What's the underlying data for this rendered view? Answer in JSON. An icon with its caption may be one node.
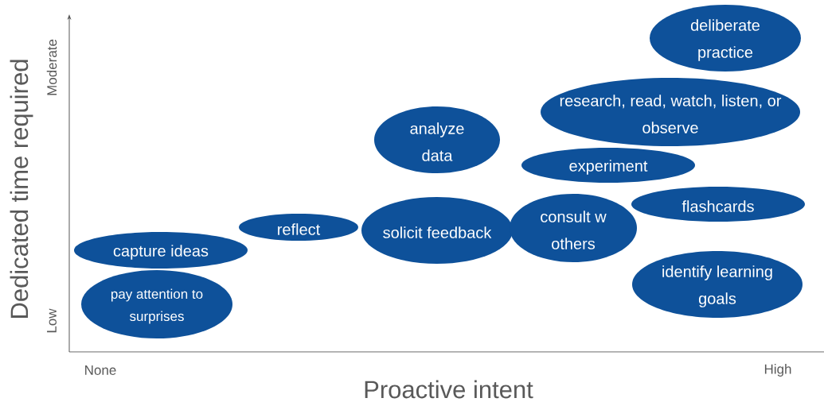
{
  "diagram": {
    "nodes": [
      {
        "text": [
          "deliberate practice"
        ]
      },
      {
        "text": [
          "research, read, watch, listen, or observe"
        ]
      },
      {
        "text": [
          "analyze data"
        ]
      },
      {
        "text": [
          "experiment"
        ]
      },
      {
        "text": [
          "flashcards"
        ]
      },
      {
        "text": [
          "reflect"
        ]
      },
      {
        "text": [
          "solicit feedback"
        ]
      },
      {
        "text": [
          "consult w others"
        ]
      },
      {
        "text": [
          "capture ideas"
        ]
      },
      {
        "text": [
          "identify learning goals"
        ]
      },
      {
        "text": [
          "pay attention to surprises"
        ]
      }
    ],
    "labels": [
      "Moderate",
      "Dedicated time required",
      "Low",
      "None",
      "High",
      "Proactive intent"
    ]
  }
}
